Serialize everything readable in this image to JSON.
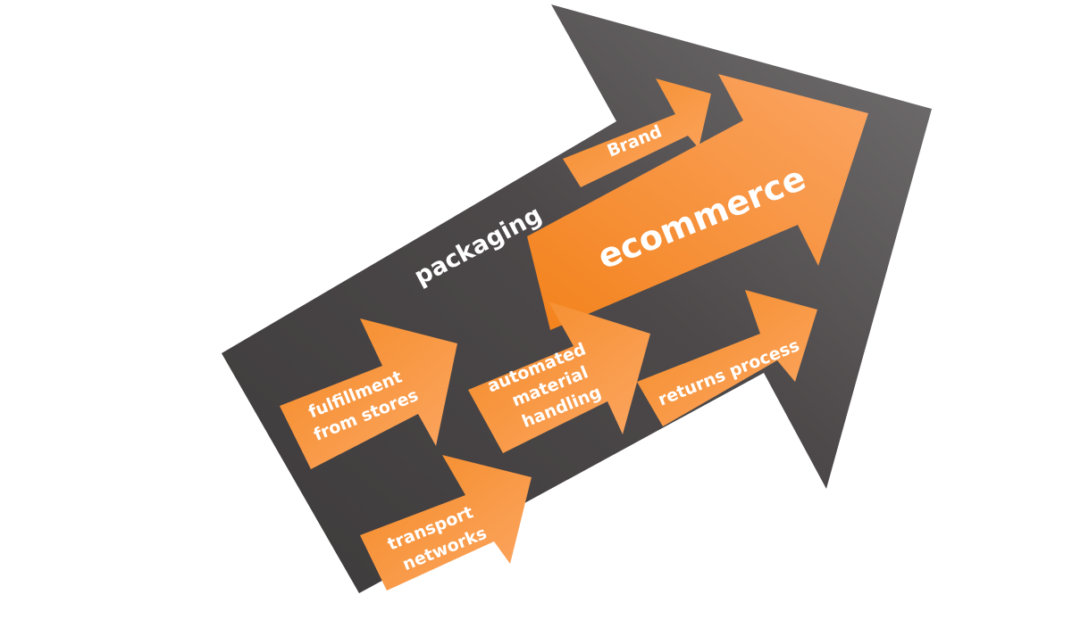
{
  "diagram": {
    "main_label": "packaging",
    "arrows": {
      "ecommerce": "ecommerce",
      "brand": "Brand",
      "fulfillment": [
        "fulfillment",
        "from stores"
      ],
      "automated": [
        "automated",
        "material",
        "handling"
      ],
      "returns": "returns process",
      "transport": [
        "transport",
        "networks"
      ]
    },
    "colors": {
      "big_arrow_dark": "#3f3c3d",
      "big_arrow_light": "#6e6a6b",
      "orange": "#f7922f",
      "orange_light": "#fba25a",
      "text": "#ffffff"
    }
  }
}
